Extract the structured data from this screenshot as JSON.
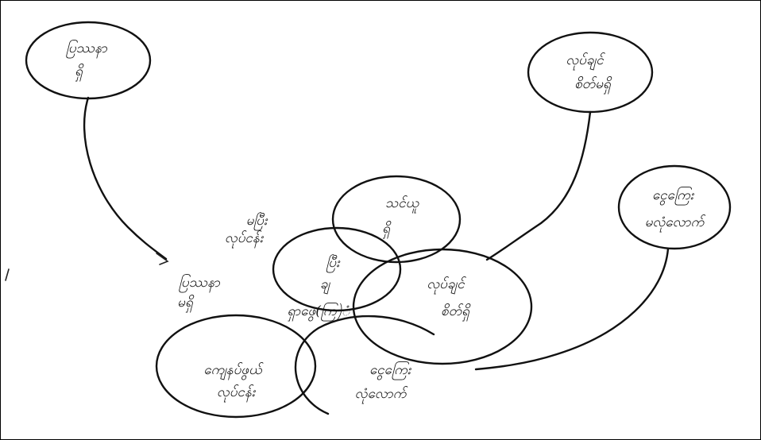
{
  "diagram": {
    "nodes": [
      {
        "id": "top-left",
        "line1": "ပြဿနာ",
        "line2": "ရှိ"
      },
      {
        "id": "top-right",
        "line1": "လုပ်ချင်",
        "line2": "စိတ်မရှိ"
      },
      {
        "id": "right",
        "line1": "ငွေကြေး",
        "line2": "မလုံလောက်"
      },
      {
        "id": "center-top",
        "line1": "သင်ယူ",
        "line2": "ရှိ"
      },
      {
        "id": "center-left",
        "line1": "ပြီး",
        "line2": "ချ"
      },
      {
        "id": "center-right",
        "line1": "လုပ်ချင်",
        "line2": "စိတ်ရှိ"
      },
      {
        "id": "bottom-left",
        "line1": "ကျေနပ်ဖွယ်",
        "line2": "လုပ်ငန်း"
      },
      {
        "id": "bottom-center",
        "line1": "ငွေကြေး",
        "line2": "လုံလောက်"
      }
    ],
    "floating_labels": [
      {
        "id": "left-upper",
        "line1": "မပြီး",
        "line2": "လုပ်ငန်း"
      },
      {
        "id": "left-lower",
        "line1": "ပြဿနာ",
        "line2": "မရှိ"
      },
      {
        "id": "middle",
        "line1": "ရှာဖွေ(ကြ)ံ"
      }
    ]
  }
}
